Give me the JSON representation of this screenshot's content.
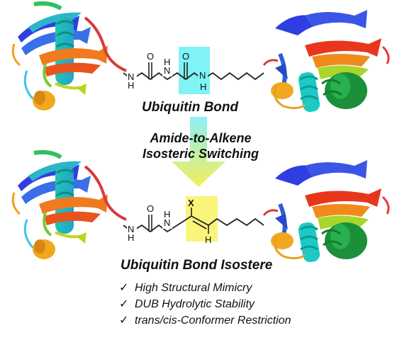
{
  "top_label": "Ubiquitin Bond",
  "arrow_text": [
    "Amide-to-Alkene",
    "Isosteric Switching"
  ],
  "bottom_label": "Ubiquitin Bond Isostere",
  "bullets": [
    "High Structural Mimicry",
    "DUB Hydrolytic Stability",
    "trans/cis-Conformer Restriction"
  ],
  "check_glyph": "✓",
  "atoms": {
    "top_nh_1": "N",
    "top_h_1": "H",
    "top_o_1": "O",
    "top_nh_2": "N",
    "top_h_2": "H",
    "top_o_2": "O",
    "top_nh_3": "N",
    "top_h_3": "H",
    "bot_nh_1": "N",
    "bot_h_1": "H",
    "bot_o_1": "O",
    "bot_nh_2": "N",
    "bot_h_2": "H",
    "bot_x": "X",
    "bot_h_alkene": "H"
  },
  "colors": {
    "amide_highlight": "#7ff3f6",
    "alkene_highlight": "#fbf47a",
    "arrow_gradient_top": "#8ef0f5",
    "arrow_gradient_bottom": "#f3ef5a"
  },
  "icons": [
    "protein-ribbon-icon",
    "check-icon",
    "down-arrow-icon"
  ]
}
